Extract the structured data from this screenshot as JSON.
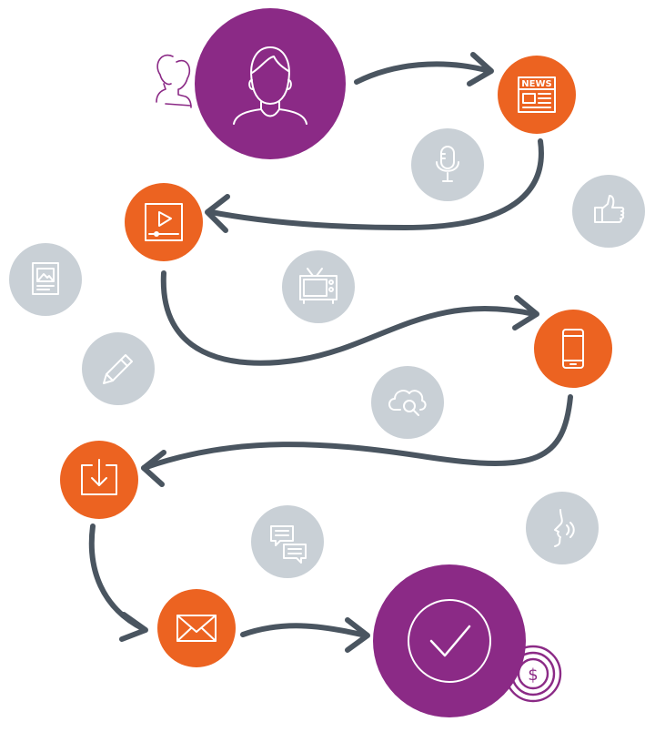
{
  "colors": {
    "purple": "#8b2a86",
    "orange": "#ec6321",
    "gray": "#c9d0d6",
    "arrow": "#4a5560",
    "white": "#ffffff"
  },
  "diagram": {
    "news_label": "NEWS",
    "currency_symbol": "$"
  },
  "journey_steps": [
    {
      "name": "customer",
      "icon": "person-icon"
    },
    {
      "name": "news",
      "icon": "newspaper-icon"
    },
    {
      "name": "video",
      "icon": "video-play-icon"
    },
    {
      "name": "mobile",
      "icon": "smartphone-icon"
    },
    {
      "name": "download",
      "icon": "download-icon"
    },
    {
      "name": "email",
      "icon": "envelope-icon"
    },
    {
      "name": "conversion",
      "icon": "checkmark-icon"
    }
  ],
  "touchpoints": [
    {
      "name": "podcast",
      "icon": "microphone-icon"
    },
    {
      "name": "social-like",
      "icon": "thumbs-up-icon"
    },
    {
      "name": "print-ad",
      "icon": "print-ad-icon"
    },
    {
      "name": "tv",
      "icon": "television-icon"
    },
    {
      "name": "content-writing",
      "icon": "pencil-icon"
    },
    {
      "name": "cloud-search",
      "icon": "cloud-search-icon"
    },
    {
      "name": "chat",
      "icon": "chat-bubbles-icon"
    },
    {
      "name": "word-of-mouth",
      "icon": "speaking-face-icon"
    }
  ],
  "decorations": [
    {
      "name": "persona",
      "icon": "person-outline-icon"
    },
    {
      "name": "revenue",
      "icon": "dollar-coin-icon"
    }
  ]
}
